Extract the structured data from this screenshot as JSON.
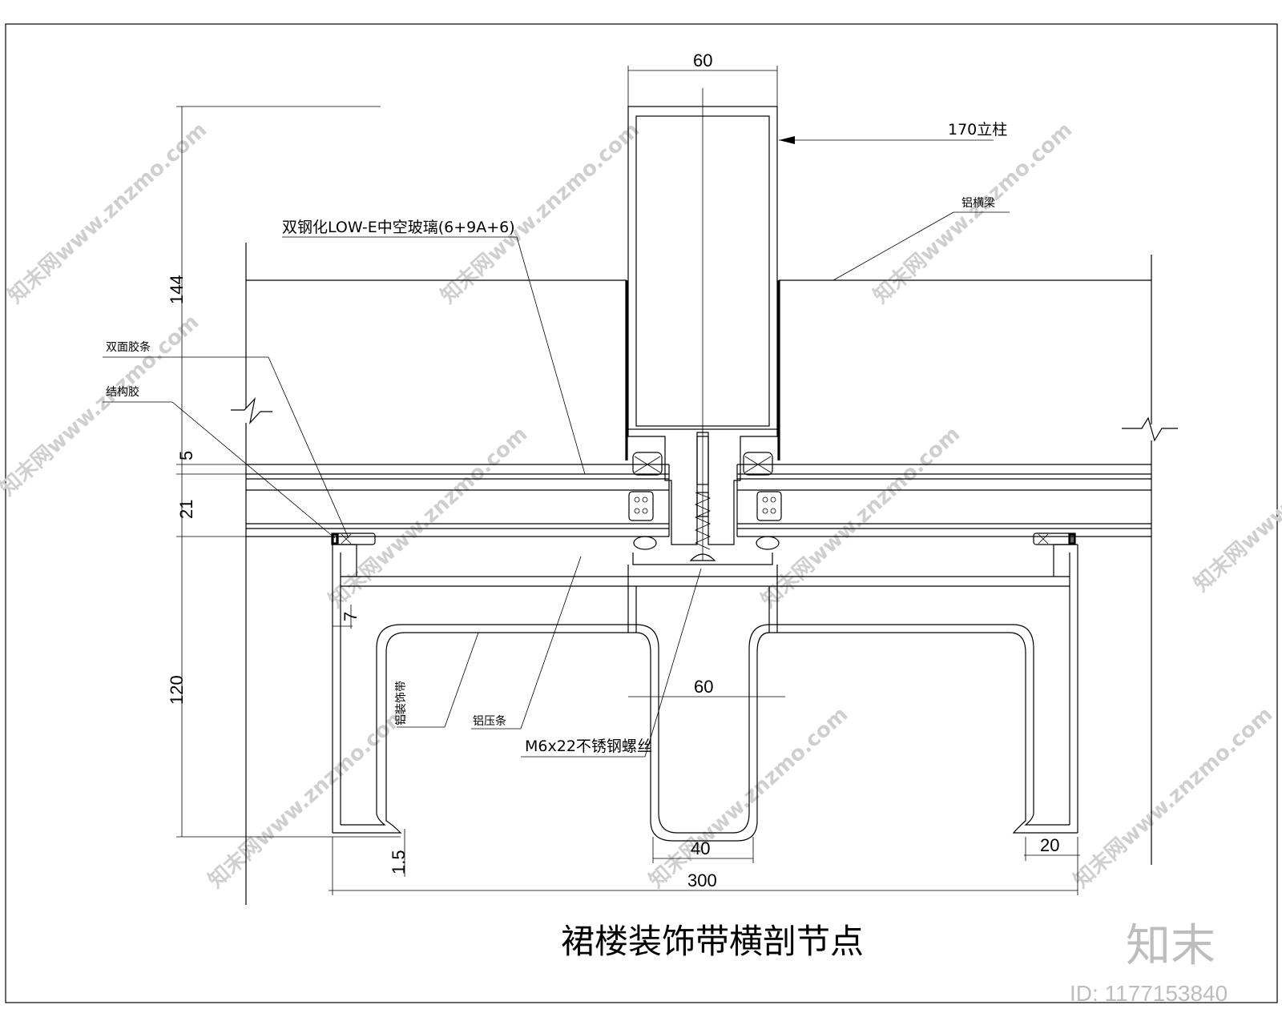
{
  "title": "裙楼装饰带横剖节点",
  "dimensions": {
    "top_width": "60",
    "height_144": "144",
    "gap_5": "5",
    "glass_21": "21",
    "frame_120": "120",
    "offset_7": "7",
    "inner_60": "60",
    "foot_40": "40",
    "total_300": "300",
    "thk_1_5": "1.5",
    "edge_20": "20"
  },
  "labels": {
    "column": "170立柱",
    "beam": "铝横梁",
    "glass": "双钢化LOW-E中空玻璃(6+9A+6)",
    "double_tape": "双面胶条",
    "structural_glue": "结构胶",
    "deco_band": "铝装饰带",
    "pressure_strip": "铝压条",
    "screw": "M6x22不锈钢螺丝"
  },
  "watermark": {
    "text": "知末网www.znzmo.com",
    "logo": "知末",
    "id": "ID: 1177153840"
  }
}
